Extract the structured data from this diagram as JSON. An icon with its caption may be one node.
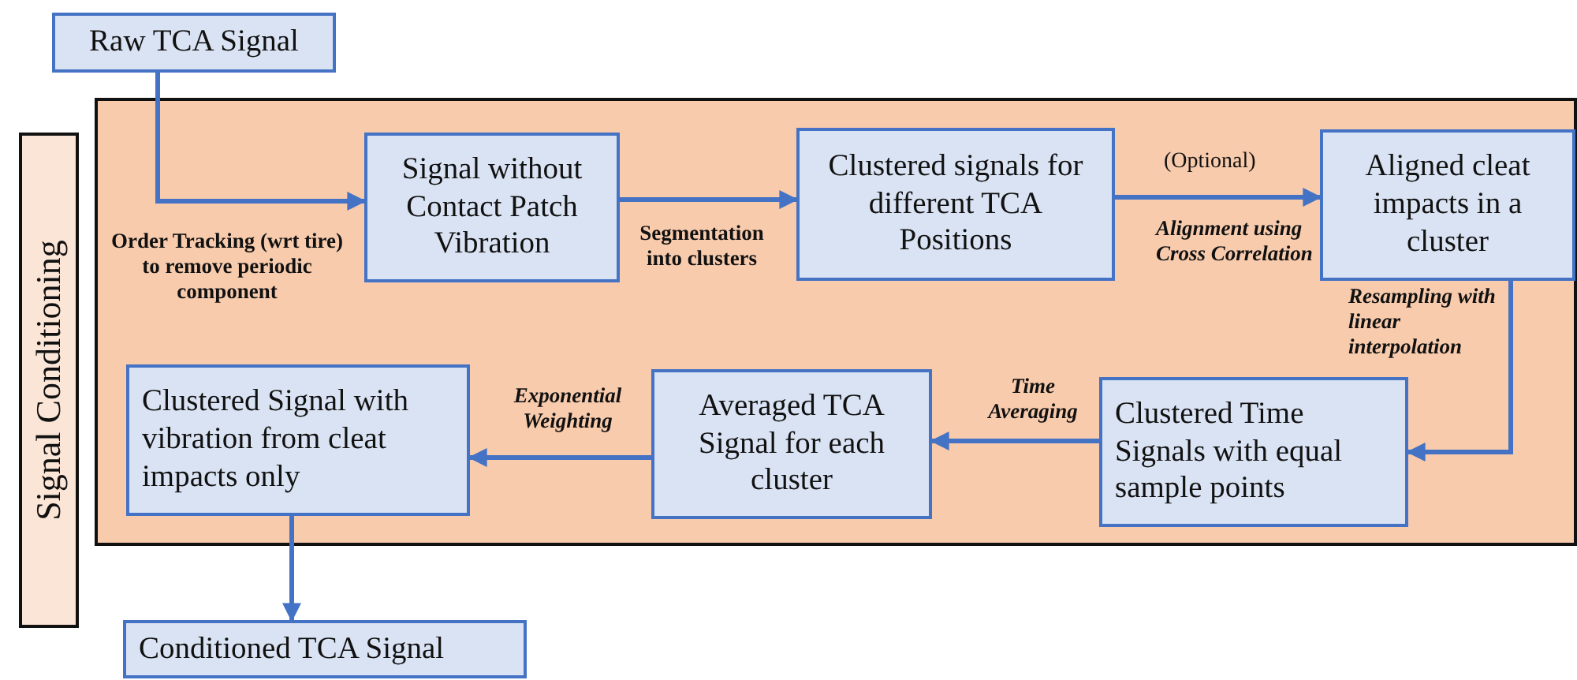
{
  "diagram": {
    "nodes": [
      {
        "text": [
          "Raw TCA Signal"
        ]
      },
      {
        "text": [
          "Signal Conditioning"
        ]
      },
      {
        "text": [
          "Signal without Contact Patch Vibration"
        ],
        "in": 1
      },
      {
        "text": [
          "Clustered signals for different TCA Positions"
        ],
        "in": 1
      },
      {
        "text": [
          "Aligned cleat impacts in a cluster"
        ],
        "in": 1
      },
      {
        "text": [
          "Clustered Time Signals with equal sample points"
        ],
        "in": 1
      },
      {
        "text": [
          "Averaged TCA Signal for each cluster"
        ],
        "in": 1
      },
      {
        "text": [
          "Clustered Signal with vibration from cleat impacts only"
        ],
        "in": 1
      },
      {
        "text": [
          "Conditioned TCA Signal"
        ]
      }
    ],
    "edges": [
      {
        "from": 0,
        "to": 2,
        "arrow": "to",
        "label": "Order Tracking (wrt tire) to remove periodic component"
      },
      {
        "from": 2,
        "to": 3,
        "arrow": "to",
        "label": "Segmentation into clusters"
      },
      {
        "from": 3,
        "to": 4,
        "arrow": "to",
        "label": "Alignment using Cross Correlation"
      },
      {
        "from": 4,
        "to": 5,
        "arrow": "to",
        "label": "Resampling with linear interpolation"
      },
      {
        "from": 5,
        "to": 6,
        "arrow": "to",
        "label": "Time Averaging"
      },
      {
        "from": 6,
        "to": 7,
        "arrow": "to",
        "label": "Exponential Weighting"
      },
      {
        "from": 7,
        "to": 8,
        "arrow": "to"
      }
    ],
    "labels": [
      "(Optional)"
    ]
  }
}
